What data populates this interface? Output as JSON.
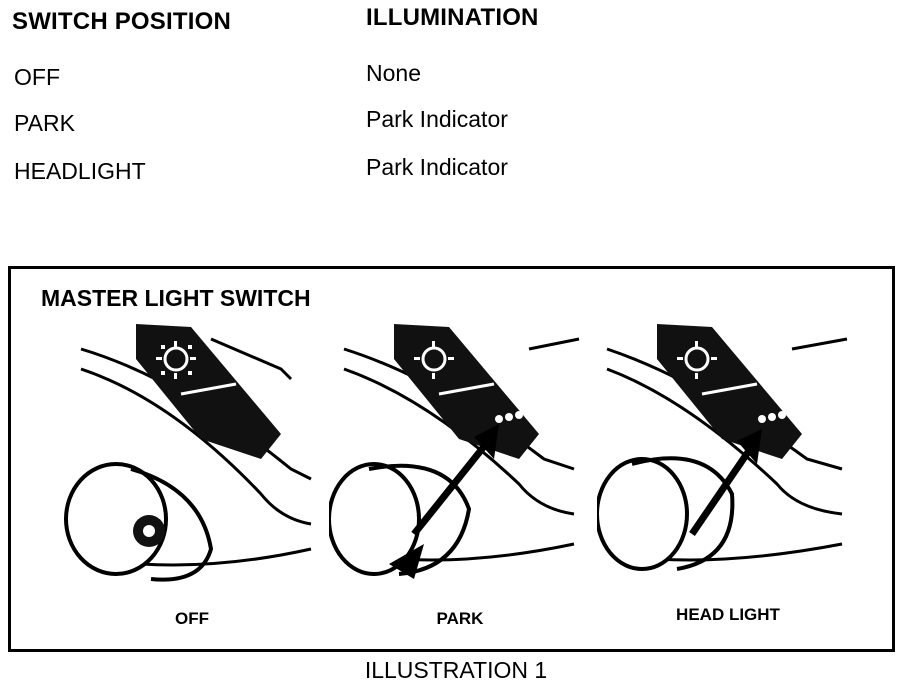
{
  "table": {
    "headers": {
      "position": "SWITCH POSITION",
      "illumination": "ILLUMINATION"
    },
    "rows": [
      {
        "position": "OFF",
        "illumination": "None"
      },
      {
        "position": "PARK",
        "illumination": "Park Indicator"
      },
      {
        "position": "HEADLIGHT",
        "illumination": "Park Indicator"
      }
    ]
  },
  "figure": {
    "title": "MASTER LIGHT SWITCH",
    "panels": [
      {
        "label": "OFF",
        "icon": "headlight-icon"
      },
      {
        "label": "PARK",
        "icon": "park-light-icon"
      },
      {
        "label": "HEAD LIGHT",
        "icon": "headlight-icon"
      }
    ],
    "caption": "ILLUSTRATION 1"
  }
}
